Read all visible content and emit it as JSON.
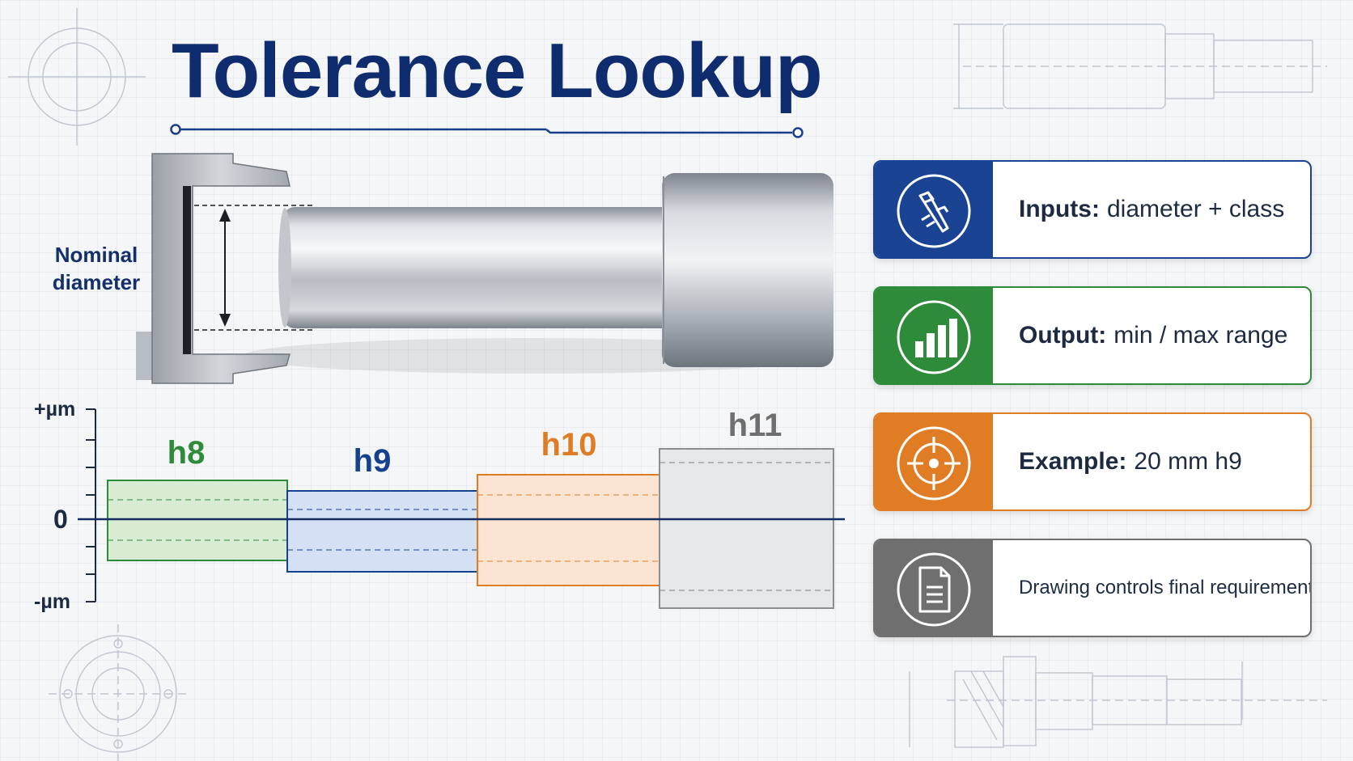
{
  "title": "Tolerance Lookup",
  "caliper_label": "Nominal\ndiameter",
  "zone_chart": {
    "axis_top": "+µm",
    "axis_zero": "0",
    "axis_bottom": "-µm",
    "classes": [
      {
        "label": "h8",
        "color": "#2e8b3a"
      },
      {
        "label": "h9",
        "color": "#15428f"
      },
      {
        "label": "h10",
        "color": "#e07c24"
      },
      {
        "label": "h11",
        "color": "#6f6f6f"
      }
    ]
  },
  "cards": [
    {
      "bold": "Inputs:",
      "text": "diameter + class",
      "icon": "caliper-icon",
      "color": "#1a4493"
    },
    {
      "bold": "Output:",
      "text": "min / max range",
      "icon": "bar-chart-icon",
      "color": "#2e8b3a"
    },
    {
      "bold": "Example:",
      "text": "20 mm h9",
      "icon": "target-icon",
      "color": "#e07c24"
    },
    {
      "bold": "",
      "text": "Drawing controls final requirement",
      "icon": "document-icon",
      "color": "#6f6f6f"
    }
  ]
}
